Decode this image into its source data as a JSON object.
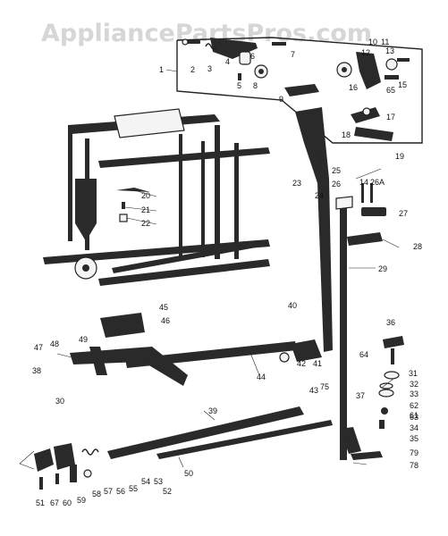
{
  "watermark": {
    "text": "AppliancePartsPros.com"
  },
  "callouts": [
    "1",
    "2",
    "3",
    "4",
    "5",
    "6",
    "7",
    "8",
    "9",
    "10",
    "11",
    "12",
    "13",
    "15",
    "16",
    "17",
    "18",
    "19",
    "20",
    "21",
    "22",
    "23",
    "24",
    "25",
    "26",
    "14",
    "26A",
    "27",
    "28",
    "29",
    "30",
    "31",
    "32",
    "33",
    "34",
    "35",
    "36",
    "37",
    "38",
    "39",
    "40",
    "41",
    "42",
    "43",
    "44",
    "45",
    "46",
    "47",
    "48",
    "49",
    "50",
    "51",
    "52",
    "53",
    "54",
    "55",
    "56",
    "57",
    "58",
    "59",
    "60",
    "61",
    "62",
    "63",
    "64",
    "65",
    "67",
    "75",
    "78",
    "79"
  ]
}
